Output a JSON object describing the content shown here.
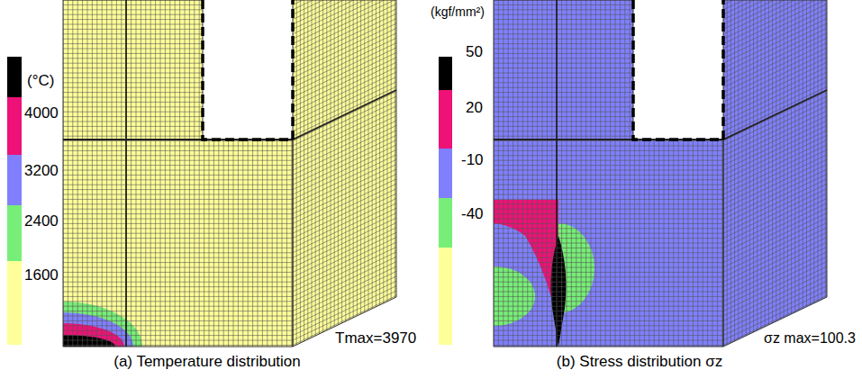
{
  "diagram": {
    "labels": [
      "(°C)",
      "4000",
      "3200",
      "2400",
      "1600",
      "Tmax=3970",
      "(a) Temperature distribution",
      "(kgf/mm²)",
      "50",
      "20",
      "-10",
      "-40",
      "σz max=100.3",
      "(b) Stress distribution σz"
    ]
  }
}
